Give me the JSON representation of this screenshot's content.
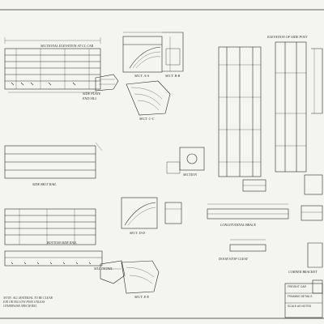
{
  "sheet": {
    "labels": {
      "top_rail": "SECTIONAL ELEVATION AT CL CAR",
      "rail_detail_a": "SIDE PLATE",
      "rail_detail_b": "END SILL",
      "section_aa": "SECT. A-A",
      "section_bb": "SECT. B-B",
      "section_cc": "SECT. C-C",
      "post_elevation": "ELEVATION OF SIDE POST",
      "post_section": "SECTION",
      "mid_rail": "SIDE BELT RAIL",
      "lower_rail": "BOTTOM SIDE RAIL",
      "lower_rail_detail": "SILL DETAIL",
      "section_dd": "SECT. D-D",
      "section_ee": "SECT. E-E",
      "long_bar": "LONGITUDINAL BRACE",
      "short_bar": "DOOR STOP CLEAT",
      "bracket": "CORNER BRACKET"
    },
    "notes": [
      "NOTE: ALL MATERIAL TO BE CLEAR",
      "FIR OR YELLOW PINE UNLESS",
      "OTHERWISE SPECIFIED."
    ],
    "title_block": [
      "FREIGHT CAR",
      "FRAMING DETAILS",
      "SCALE AS NOTED"
    ]
  }
}
